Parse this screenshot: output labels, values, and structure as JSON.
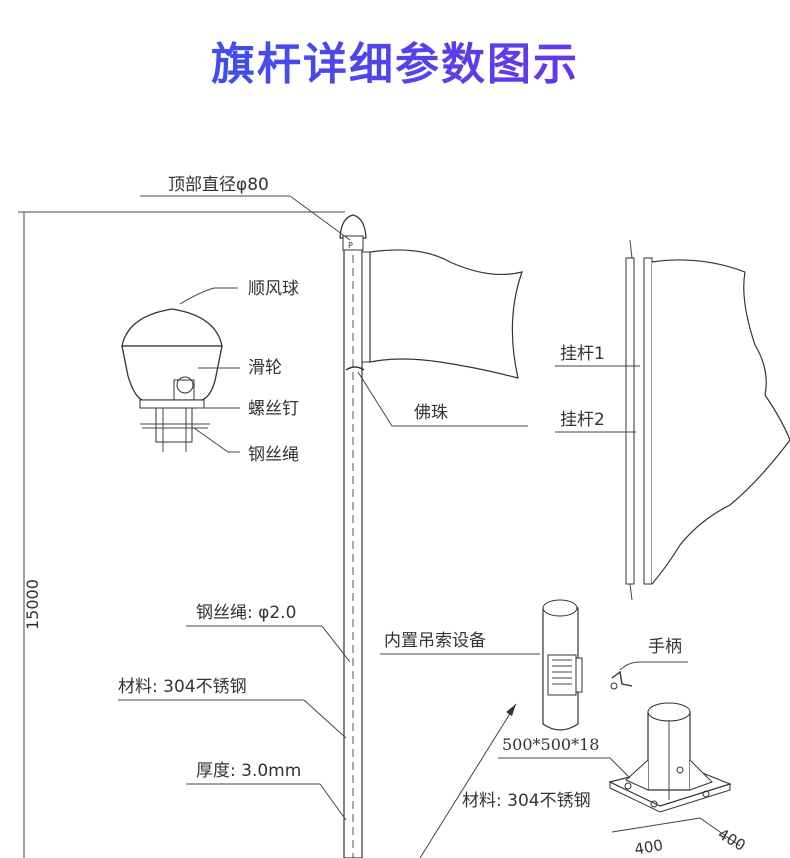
{
  "title": "旗杆详细参数图示",
  "labels": {
    "top_diameter": "顶部直径φ80",
    "ball": "顺风球",
    "pulley": "滑轮",
    "screw": "螺丝钉",
    "wire_rope": "钢丝绳",
    "bead": "佛珠",
    "rod1": "挂杆1",
    "rod2": "挂杆2",
    "wire_spec": "钢丝绳: φ2.0",
    "material": "材料: 304不锈钢",
    "thickness": "厚度: 3.0mm",
    "height": "15000",
    "hoist": "内置吊索设备",
    "handle": "手柄",
    "base_size": "500*500*18",
    "base_material": "材料: 304不锈钢",
    "base_dim_a": "400",
    "base_dim_b": "400"
  }
}
